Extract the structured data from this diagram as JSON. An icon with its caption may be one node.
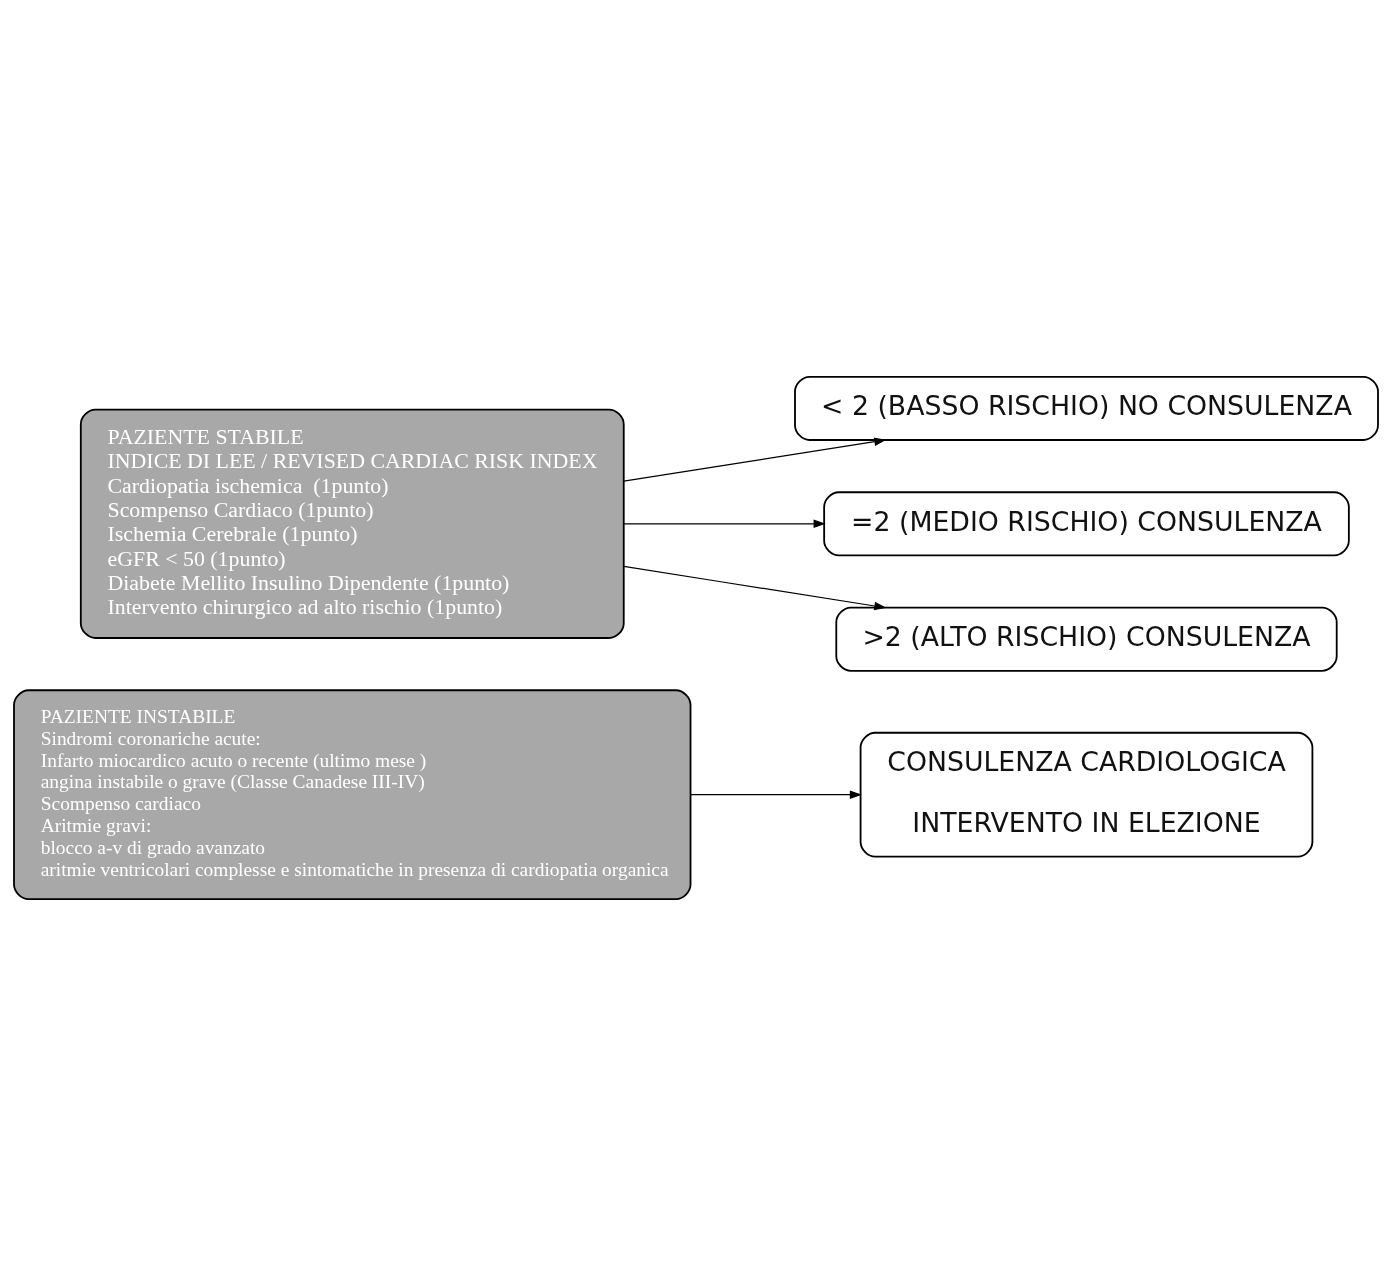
{
  "diagram": {
    "nodes": [
      {
        "text": [
          "PAZIENTE INSTABILE",
          "Sindromi coronariche acute:",
          "Infarto miocardico acuto o recente (ultimo mese )",
          "angina instabile o grave (Classe Canadese III-IV)",
          "Scompenso cardiaco",
          "Aritmie gravi:",
          "blocco a-v di grado avanzato",
          "aritmie ventricolari complesse e sintomatiche in presenza di cardiopatia organica"
        ]
      },
      {
        "text": [
          "CONSULENZA CARDIOLOGICA",
          "INTERVENTO IN ELEZIONE"
        ]
      },
      {
        "text": [
          "PAZIENTE STABILE",
          "INDICE DI LEE / REVISED CARDIAC RISK INDEX",
          "Cardiopatia ischemica  (1punto)",
          "Scompenso Cardiaco (1punto)",
          "Ischemia Cerebrale (1punto)",
          "eGFR < 50 (1punto)",
          "Diabete Mellito Insulino Dipendente (1punto)",
          "Intervento chirurgico ad alto rischio (1punto)"
        ]
      },
      {
        "text": [
          "< 2 (BASSO RISCHIO) NO CONSULENZA"
        ]
      },
      {
        "text": [
          "=2 (MEDIO RISCHIO) CONSULENZA"
        ]
      },
      {
        "text": [
          ">2 (ALTO RISCHIO) CONSULENZA"
        ]
      }
    ],
    "edges": [
      {
        "from": 0,
        "to": 1,
        "arrow": "to"
      },
      {
        "from": 2,
        "to": 3,
        "arrow": "to"
      },
      {
        "from": 2,
        "to": 4,
        "arrow": "to"
      },
      {
        "from": 2,
        "to": 5,
        "arrow": "to"
      }
    ]
  }
}
